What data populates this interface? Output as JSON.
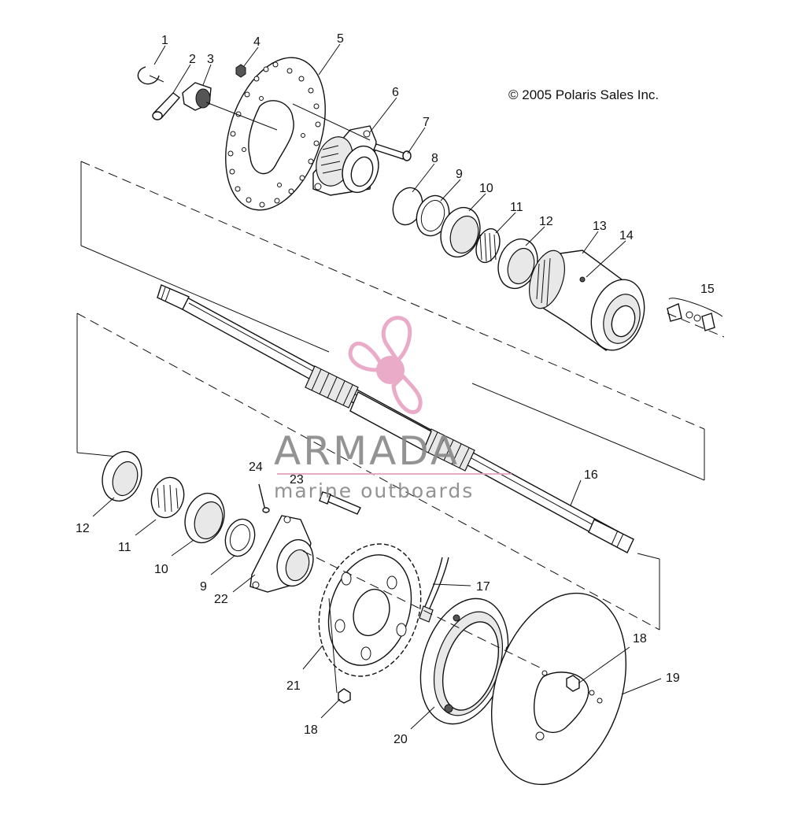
{
  "copyright": "© 2005 Polaris Sales Inc.",
  "watermark": {
    "title": "ARMADA",
    "subtitle": "marine outboards",
    "accent_color": "#e8a4c4",
    "text_color": "#8a8a8a"
  },
  "callouts": [
    "1",
    "2",
    "3",
    "4",
    "5",
    "6",
    "7",
    "8",
    "9",
    "10",
    "11",
    "12",
    "13",
    "14",
    "15",
    "16",
    "17",
    "12",
    "11",
    "10",
    "9",
    "24",
    "23",
    "22",
    "21",
    "18",
    "20",
    "18",
    "19"
  ]
}
